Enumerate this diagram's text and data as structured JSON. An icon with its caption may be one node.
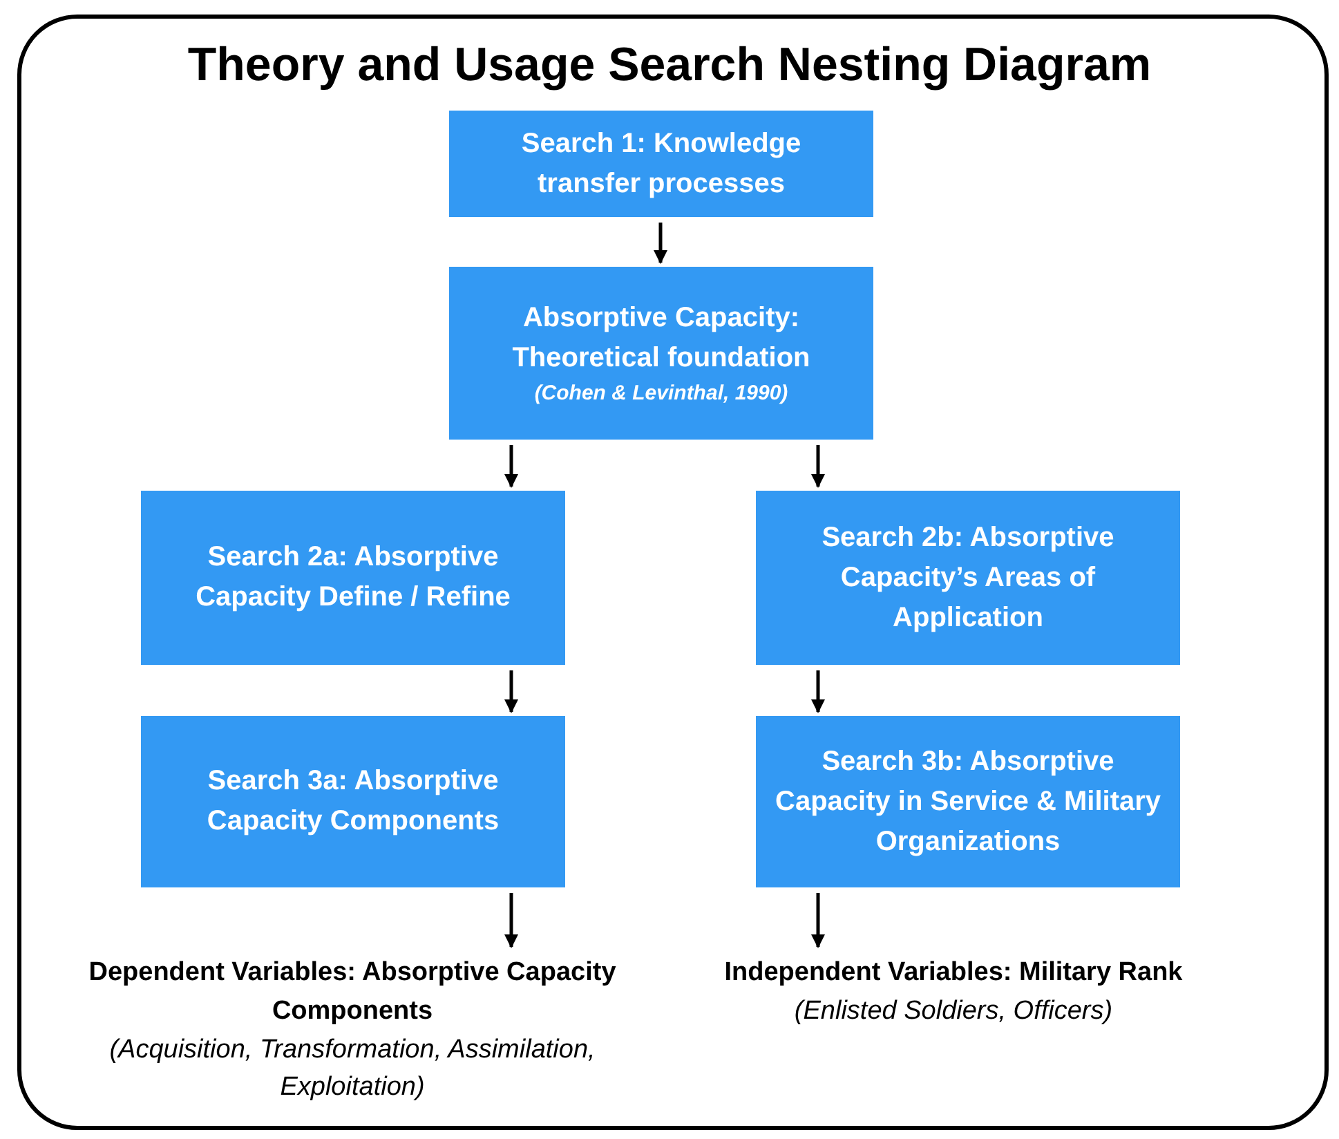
{
  "diagram": {
    "title": "Theory and Usage Search Nesting Diagram",
    "nodes": [
      {
        "text": [
          "Search 1: Knowledge transfer processes"
        ]
      },
      {
        "text": [
          "Absorptive Capacity: Theoretical foundation",
          "(Cohen & Levinthal, 1990)"
        ]
      },
      {
        "text": [
          "Search 2a: Absorptive Capacity Define / Refine"
        ]
      },
      {
        "text": [
          "Search 2b: Absorptive Capacity’s Areas of Application"
        ]
      },
      {
        "text": [
          "Search 3a: Absorptive Capacity Components"
        ]
      },
      {
        "text": [
          "Search 3b: Absorptive Capacity in Service & Military Organizations"
        ]
      },
      {
        "text": [
          "Dependent Variables: Absorptive Capacity Components",
          "(Acquisition, Transformation, Assimilation, Exploitation)"
        ]
      },
      {
        "text": [
          "Independent Variables: Military Rank",
          "(Enlisted Soldiers, Officers)"
        ]
      }
    ],
    "edges": [
      {
        "from": 0,
        "to": 1,
        "arrow": "to"
      },
      {
        "from": 1,
        "to": 2,
        "arrow": "to"
      },
      {
        "from": 1,
        "to": 3,
        "arrow": "to"
      },
      {
        "from": 2,
        "to": 4,
        "arrow": "to"
      },
      {
        "from": 3,
        "to": 5,
        "arrow": "to"
      },
      {
        "from": 4,
        "to": 6,
        "arrow": "to"
      },
      {
        "from": 5,
        "to": 7,
        "arrow": "to"
      }
    ]
  }
}
